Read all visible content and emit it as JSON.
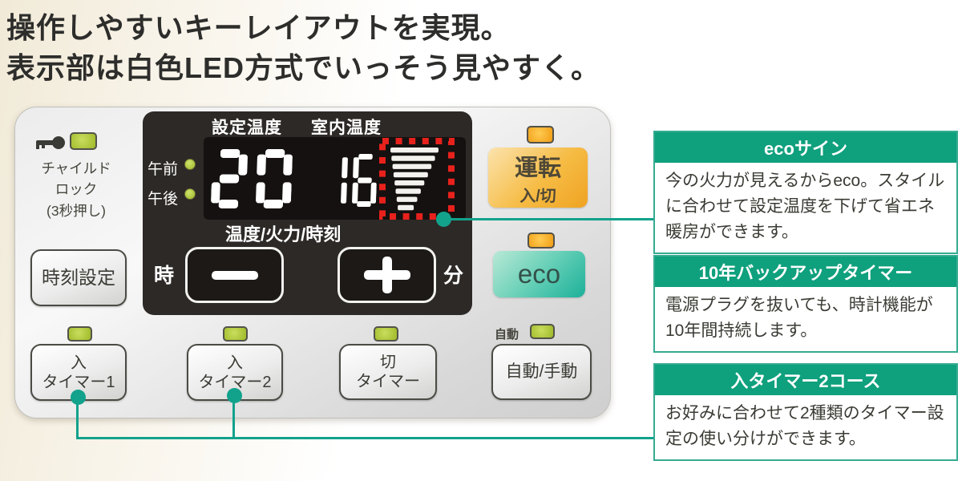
{
  "heading": {
    "line1": "操作しやすいキーレイアウトを実現。",
    "line2": "表示部は白色LED方式でいっそう見やすく。"
  },
  "panel": {
    "child_lock": {
      "icon": "key-icon",
      "label": "チャイルド\nロック\n(3秒押し)"
    },
    "clock_set_button": "時刻設定",
    "display": {
      "set_temp_label": "設定温度",
      "room_temp_label": "室内温度",
      "am_label": "午前",
      "pm_label": "午後",
      "set_temp_value": "20",
      "room_temp_value": "16",
      "flame_levels": 8,
      "mode_label": "温度/火力/時刻",
      "hour_label": "時",
      "minute_label": "分"
    },
    "power_button": {
      "top": "運転",
      "bottom": "入/切"
    },
    "eco_button": "eco",
    "timer_on1_button": "入\nタイマー1",
    "timer_on2_button": "入\nタイマー2",
    "timer_off_button": "切\nタイマー",
    "auto_manual": {
      "led_label": "自動",
      "button": "自動/手動"
    }
  },
  "callouts": [
    {
      "title": "ecoサイン",
      "body": "今の火力が見えるからeco。スタイルに合わせて設定温度を下げて省エネ暖房ができます。"
    },
    {
      "title": "10年バックアップタイマー",
      "body": "電源プラグを抜いても、時計機能が10年間持続します。"
    },
    {
      "title": "入タイマー2コース",
      "body": "お好みに合わせて2種類のタイマー設定の使い分けができます。"
    }
  ],
  "colors": {
    "accent_teal": "#12a28c",
    "callout_header_green": "#0fa07d",
    "highlight_red": "#e8211c",
    "power_button_amber": "#f2a522",
    "eco_button_teal": "#2bb79e",
    "led_green": "#9cb827",
    "led_orange": "#f0a01e",
    "display_black": "#2d2927"
  }
}
